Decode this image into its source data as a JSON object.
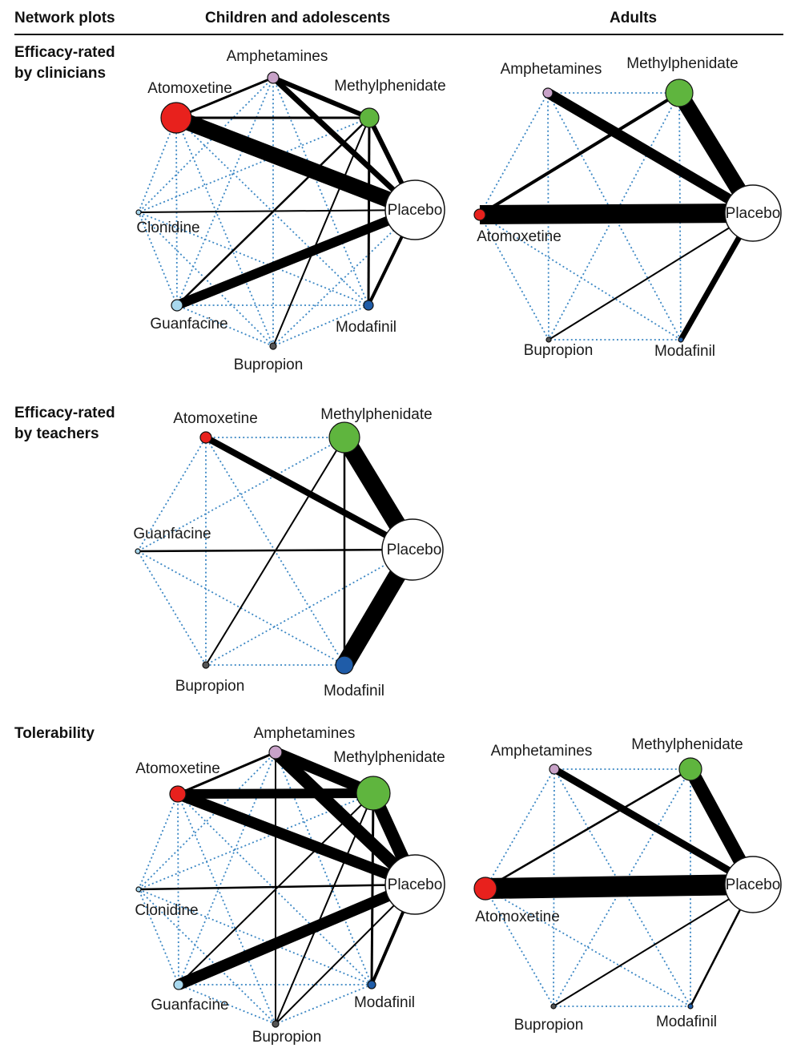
{
  "headers": {
    "col0": "Network plots",
    "col1": "Children and adolescents",
    "col2": "Adults"
  },
  "row_labels": {
    "clinicians": [
      "Efficacy-rated",
      "by clinicians"
    ],
    "teachers": [
      "Efficacy-rated",
      "by teachers"
    ],
    "tolerability": [
      "Tolerability"
    ]
  },
  "colors": {
    "Atomoxetine": "#e8211d",
    "Amphetamines": "#c8a2c8",
    "Methylphenidate": "#5fb53e",
    "Placebo": "#ffffff",
    "Modafinil": "#1f5ca8",
    "Bupropion": "#555555",
    "Guanfacine": "#a8d8ee",
    "Clonidine": "#a8d8ee",
    "edge": "#000000",
    "indirect": "#3b87c4"
  },
  "networks": [
    {
      "id": "clin-children",
      "nodes": [
        {
          "name": "Amphetamines",
          "label": "Amphetamines"
        },
        {
          "name": "Methylphenidate",
          "label": "Methylphenidate"
        },
        {
          "name": "Placebo",
          "label": "Placebo"
        },
        {
          "name": "Modafinil",
          "label": "Modafinil"
        },
        {
          "name": "Bupropion",
          "label": "Bupropion"
        },
        {
          "name": "Guanfacine",
          "label": "Guanfacine"
        },
        {
          "name": "Clonidine",
          "label": "Clonidine"
        },
        {
          "name": "Atomoxetine",
          "label": "Atomoxetine"
        }
      ],
      "edges": [
        [
          "Atomoxetine",
          "Placebo",
          20
        ],
        [
          "Atomoxetine",
          "Amphetamines",
          3
        ],
        [
          "Atomoxetine",
          "Methylphenidate",
          3
        ],
        [
          "Amphetamines",
          "Placebo",
          7
        ],
        [
          "Amphetamines",
          "Methylphenidate",
          6
        ],
        [
          "Methylphenidate",
          "Placebo",
          6
        ],
        [
          "Methylphenidate",
          "Modafinil",
          3
        ],
        [
          "Methylphenidate",
          "Guanfacine",
          2.5
        ],
        [
          "Methylphenidate",
          "Bupropion",
          2
        ],
        [
          "Placebo",
          "Clonidine",
          2
        ],
        [
          "Placebo",
          "Guanfacine",
          12
        ],
        [
          "Placebo",
          "Modafinil",
          4
        ]
      ]
    },
    {
      "id": "clin-adults",
      "nodes": [
        {
          "name": "Amphetamines",
          "label": "Amphetamines"
        },
        {
          "name": "Methylphenidate",
          "label": "Methylphenidate"
        },
        {
          "name": "Placebo",
          "label": "Placebo"
        },
        {
          "name": "Modafinil",
          "label": "Modafinil"
        },
        {
          "name": "Bupropion",
          "label": "Bupropion"
        },
        {
          "name": "Atomoxetine",
          "label": "Atomoxetine"
        }
      ],
      "edges": [
        [
          "Atomoxetine",
          "Placebo",
          24
        ],
        [
          "Amphetamines",
          "Placebo",
          13
        ],
        [
          "Methylphenidate",
          "Placebo",
          20
        ],
        [
          "Methylphenidate",
          "Atomoxetine",
          4
        ],
        [
          "Placebo",
          "Modafinil",
          7
        ],
        [
          "Placebo",
          "Bupropion",
          2
        ]
      ]
    },
    {
      "id": "teach-children",
      "nodes": [
        {
          "name": "Methylphenidate",
          "label": "Methylphenidate"
        },
        {
          "name": "Placebo",
          "label": "Placebo"
        },
        {
          "name": "Modafinil",
          "label": "Modafinil"
        },
        {
          "name": "Bupropion",
          "label": "Bupropion"
        },
        {
          "name": "Guanfacine",
          "label": "Guanfacine"
        },
        {
          "name": "Atomoxetine",
          "label": "Atomoxetine"
        }
      ],
      "edges": [
        [
          "Methylphenidate",
          "Placebo",
          22
        ],
        [
          "Placebo",
          "Modafinil",
          22
        ],
        [
          "Atomoxetine",
          "Placebo",
          8
        ],
        [
          "Guanfacine",
          "Placebo",
          2.5
        ],
        [
          "Methylphenidate",
          "Modafinil",
          2.5
        ],
        [
          "Methylphenidate",
          "Bupropion",
          2
        ]
      ]
    },
    {
      "id": "tol-children",
      "nodes": [
        {
          "name": "Amphetamines",
          "label": "Amphetamines"
        },
        {
          "name": "Methylphenidate",
          "label": "Methylphenidate"
        },
        {
          "name": "Placebo",
          "label": "Placebo"
        },
        {
          "name": "Modafinil",
          "label": "Modafinil"
        },
        {
          "name": "Bupropion",
          "label": "Bupropion"
        },
        {
          "name": "Guanfacine",
          "label": "Guanfacine"
        },
        {
          "name": "Clonidine",
          "label": "Clonidine"
        },
        {
          "name": "Atomoxetine",
          "label": "Atomoxetine"
        }
      ],
      "edges": [
        [
          "Atomoxetine",
          "Placebo",
          14
        ],
        [
          "Atomoxetine",
          "Methylphenidate",
          12
        ],
        [
          "Atomoxetine",
          "Amphetamines",
          3
        ],
        [
          "Amphetamines",
          "Placebo",
          16
        ],
        [
          "Amphetamines",
          "Methylphenidate",
          14
        ],
        [
          "Methylphenidate",
          "Placebo",
          16
        ],
        [
          "Methylphenidate",
          "Bupropion",
          2
        ],
        [
          "Methylphenidate",
          "Modafinil",
          3
        ],
        [
          "Methylphenidate",
          "Guanfacine",
          2
        ],
        [
          "Amphetamines",
          "Bupropion",
          2
        ],
        [
          "Placebo",
          "Clonidine",
          2.5
        ],
        [
          "Placebo",
          "Guanfacine",
          14
        ],
        [
          "Placebo",
          "Modafinil",
          4
        ],
        [
          "Placebo",
          "Bupropion",
          2
        ]
      ]
    },
    {
      "id": "tol-adults",
      "nodes": [
        {
          "name": "Amphetamines",
          "label": "Amphetamines"
        },
        {
          "name": "Methylphenidate",
          "label": "Methylphenidate"
        },
        {
          "name": "Placebo",
          "label": "Placebo"
        },
        {
          "name": "Modafinil",
          "label": "Modafinil"
        },
        {
          "name": "Bupropion",
          "label": "Bupropion"
        },
        {
          "name": "Atomoxetine",
          "label": "Atomoxetine"
        }
      ],
      "edges": [
        [
          "Atomoxetine",
          "Placebo",
          26
        ],
        [
          "Amphetamines",
          "Placebo",
          9
        ],
        [
          "Methylphenidate",
          "Placebo",
          17
        ],
        [
          "Methylphenidate",
          "Atomoxetine",
          2.5
        ],
        [
          "Placebo",
          "Bupropion",
          2
        ],
        [
          "Placebo",
          "Modafinil",
          2.5
        ]
      ]
    }
  ]
}
